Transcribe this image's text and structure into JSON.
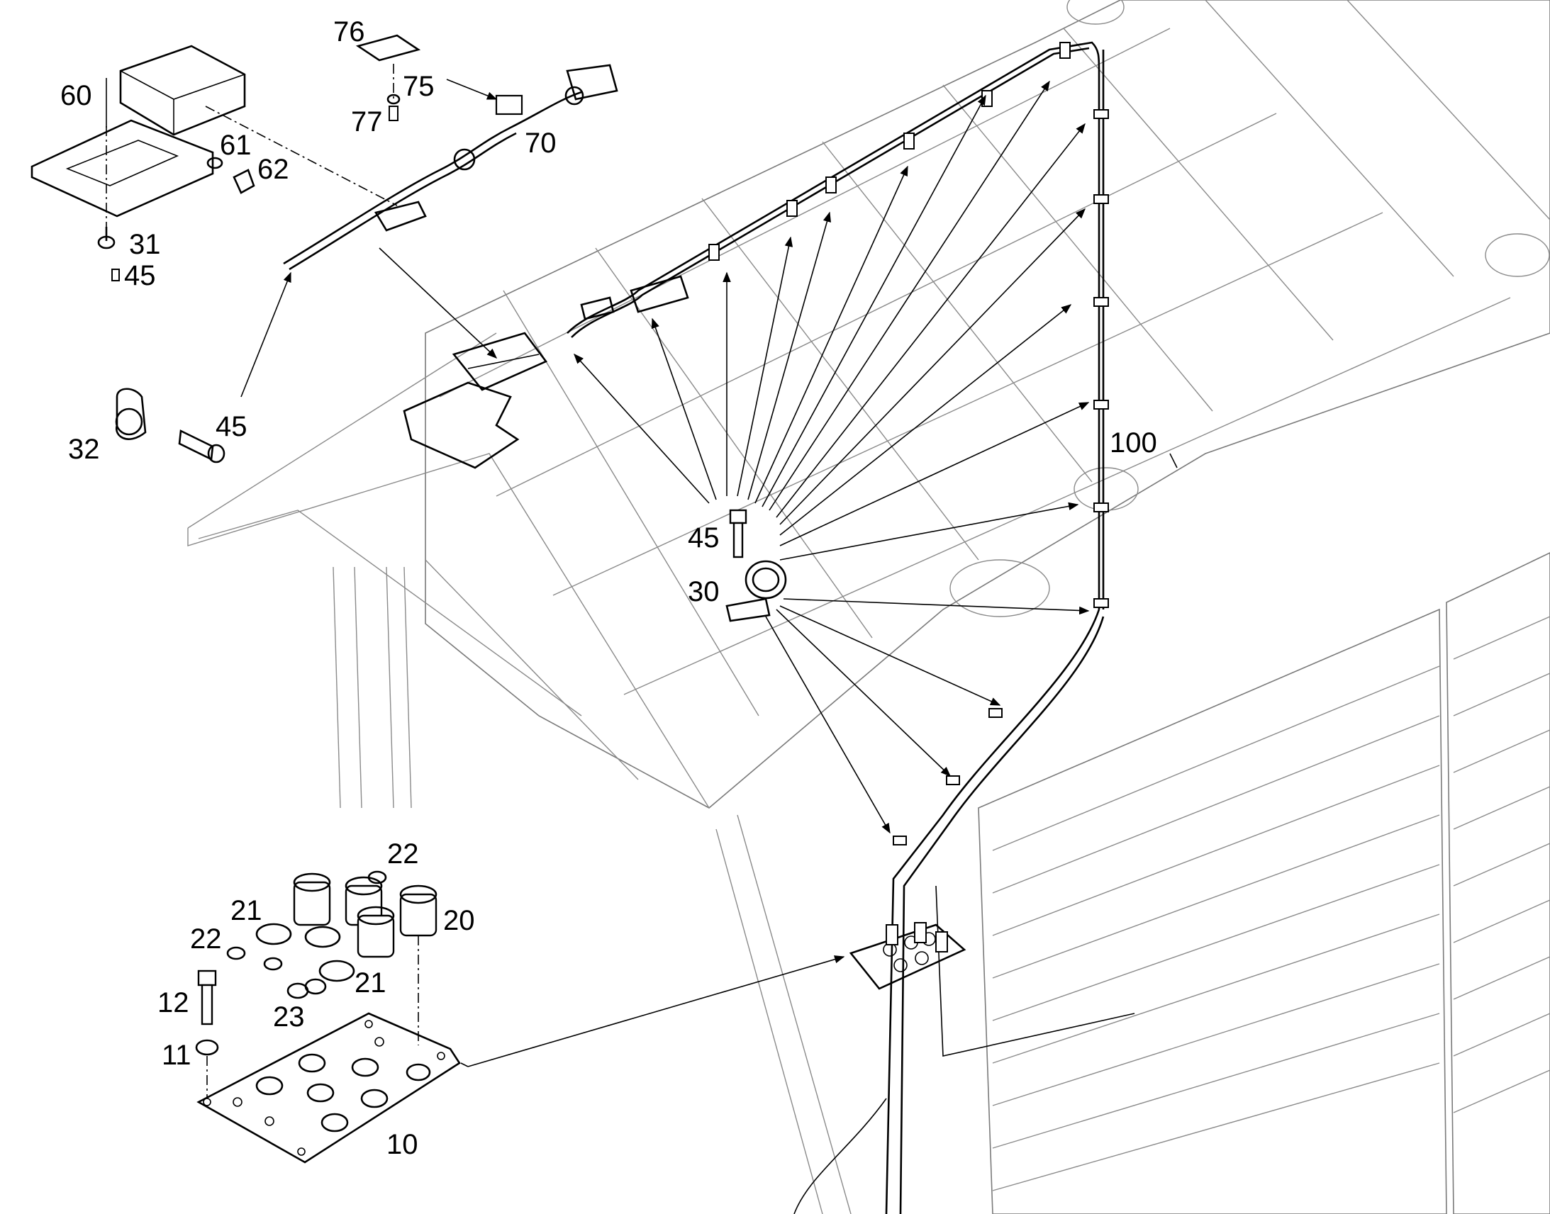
{
  "diagram": {
    "callouts": [
      {
        "id": "76",
        "text": "76"
      },
      {
        "id": "75",
        "text": "75"
      },
      {
        "id": "77",
        "text": "77"
      },
      {
        "id": "70",
        "text": "70"
      },
      {
        "id": "60",
        "text": "60"
      },
      {
        "id": "61",
        "text": "61"
      },
      {
        "id": "62",
        "text": "62"
      },
      {
        "id": "31",
        "text": "31"
      },
      {
        "id": "45a",
        "text": "45"
      },
      {
        "id": "32",
        "text": "32"
      },
      {
        "id": "45b",
        "text": "45"
      },
      {
        "id": "100",
        "text": "100"
      },
      {
        "id": "45c",
        "text": "45"
      },
      {
        "id": "30",
        "text": "30"
      },
      {
        "id": "22a",
        "text": "22"
      },
      {
        "id": "21a",
        "text": "21"
      },
      {
        "id": "20",
        "text": "20"
      },
      {
        "id": "22b",
        "text": "22"
      },
      {
        "id": "21b",
        "text": "21"
      },
      {
        "id": "12",
        "text": "12"
      },
      {
        "id": "23",
        "text": "23"
      },
      {
        "id": "11",
        "text": "11"
      },
      {
        "id": "10",
        "text": "10"
      }
    ]
  },
  "colors": {
    "line": "#000000",
    "structure": "#8a8a8a",
    "background": "#ffffff"
  }
}
